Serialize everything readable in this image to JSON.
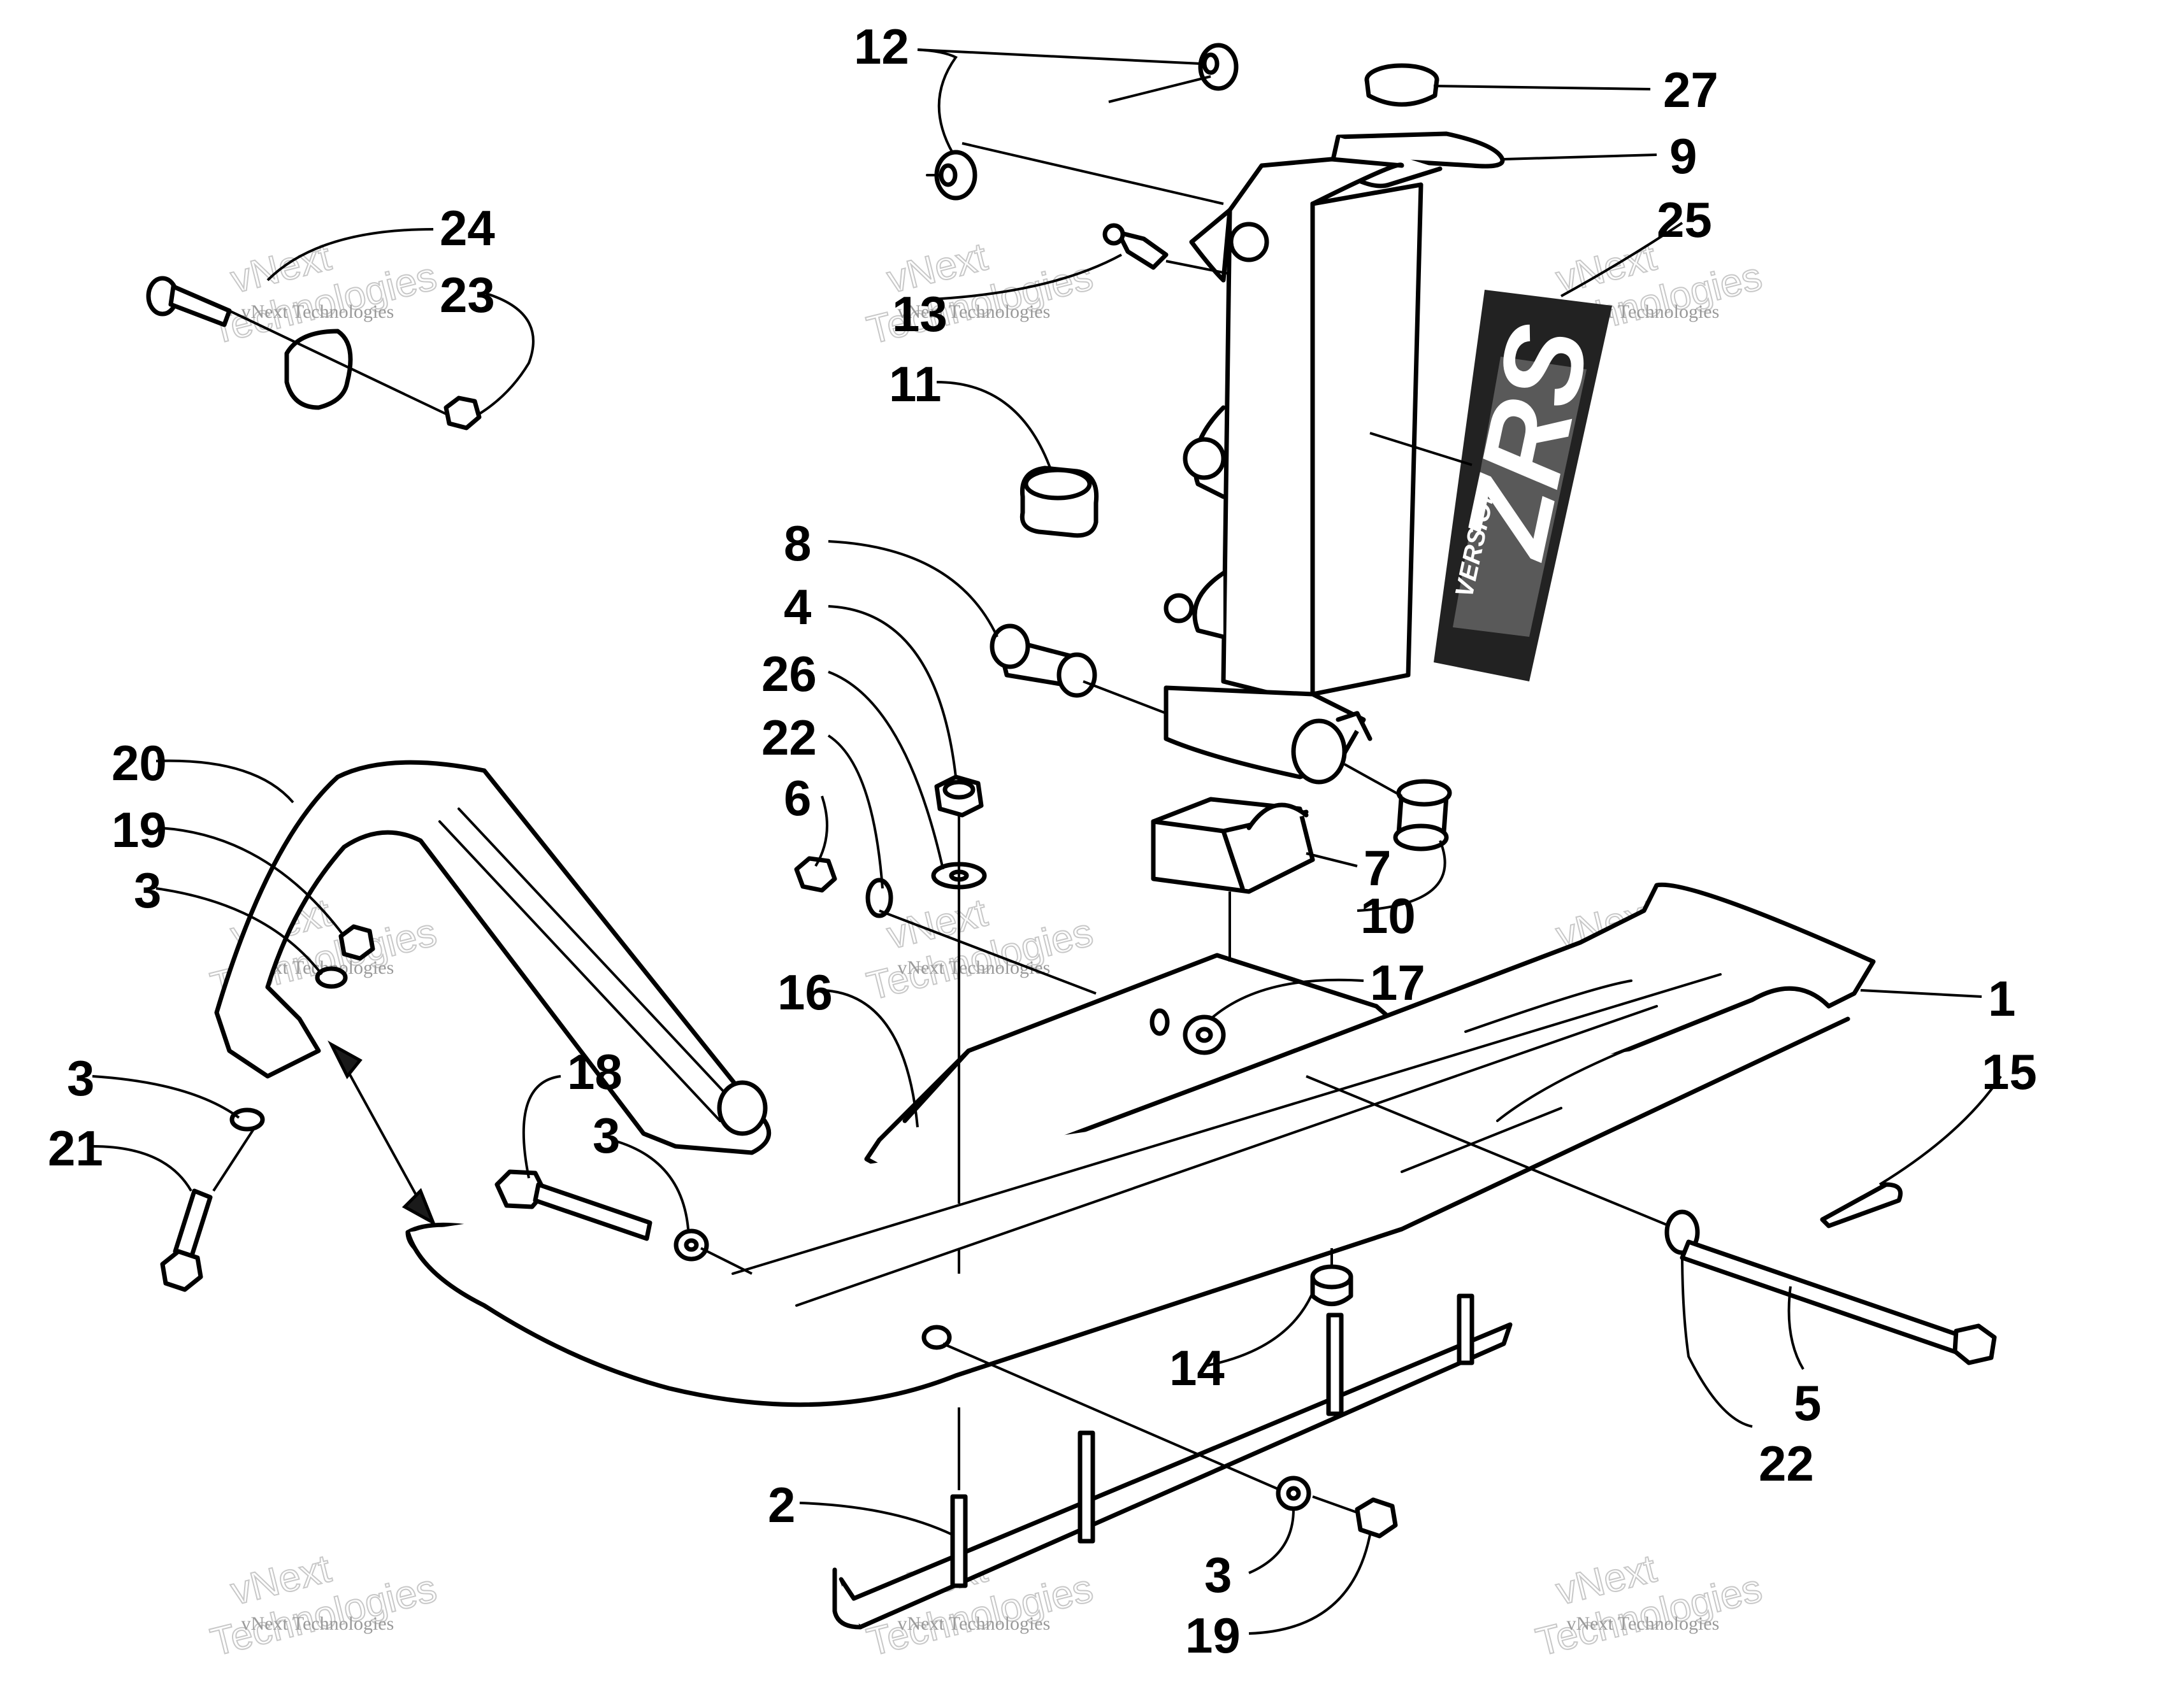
{
  "callouts": [
    "1",
    "2",
    "3",
    "4",
    "5",
    "6",
    "7",
    "8",
    "9",
    "10",
    "11",
    "12",
    "13",
    "14",
    "15",
    "16",
    "17",
    "18",
    "19",
    "20",
    "21",
    "22",
    "23",
    "24",
    "25",
    "26",
    "27"
  ],
  "decal": {
    "word": "ZRS",
    "subword": "VERSION"
  },
  "watermark": {
    "company": "vNext Technologies",
    "lines": [
      "vNext",
      "Technologies"
    ]
  }
}
